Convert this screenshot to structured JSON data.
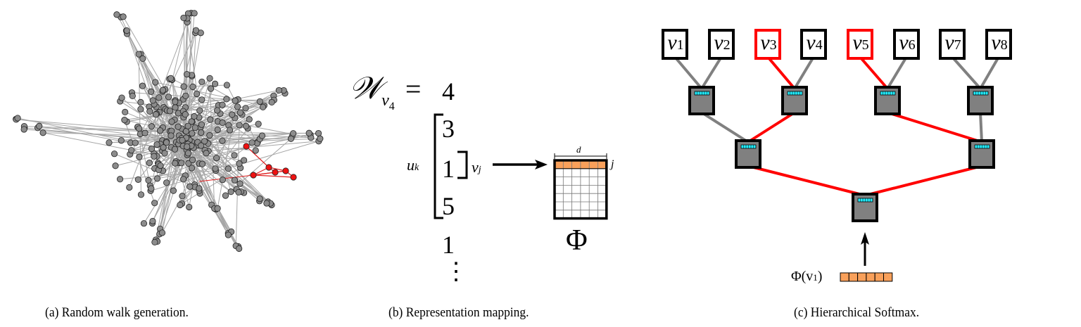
{
  "figure": {
    "panels": [
      {
        "id": "a",
        "caption": "(a) Random walk generation.",
        "graph": {
          "node_color": "#8c8c8c",
          "walk_node_color": "#ee1111",
          "edge_color": "#a6a6a6",
          "walk_edge_color": "#e02020"
        }
      },
      {
        "id": "b",
        "caption": "(b) Representation mapping.",
        "walk_label": "𝒲",
        "walk_subscript": "v",
        "walk_sub_sub": "4",
        "equals": "=",
        "walk_sequence": [
          "4",
          "3",
          "1",
          "5",
          "1"
        ],
        "ellipsis": "⋮",
        "window_label": "u",
        "window_label_sub": "k",
        "center_label": "v",
        "center_label_sub": "j",
        "matrix_symbol": "Φ",
        "matrix_dim_label": "d",
        "matrix_row_label": "j",
        "matrix_highlight_color": "#f9a05a"
      },
      {
        "id": "c",
        "caption": "(c) Hierarchical Softmax.",
        "leaves": [
          {
            "label": "v",
            "sub": "1",
            "on_path": false
          },
          {
            "label": "v",
            "sub": "2",
            "on_path": false
          },
          {
            "label": "v",
            "sub": "3",
            "on_path": true
          },
          {
            "label": "v",
            "sub": "4",
            "on_path": false
          },
          {
            "label": "v",
            "sub": "5",
            "on_path": true
          },
          {
            "label": "v",
            "sub": "6",
            "on_path": false
          },
          {
            "label": "v",
            "sub": "7",
            "on_path": false
          },
          {
            "label": "v",
            "sub": "8",
            "on_path": false
          }
        ],
        "input_label": "Φ(v",
        "input_label_sub": "1",
        "input_label_close": ")",
        "path_color": "#ff0000",
        "edge_color": "#808080",
        "classifier_fill": "#808080",
        "classifier_bar_color": "#22eeff",
        "vector_color": "#f9a05a"
      }
    ]
  }
}
